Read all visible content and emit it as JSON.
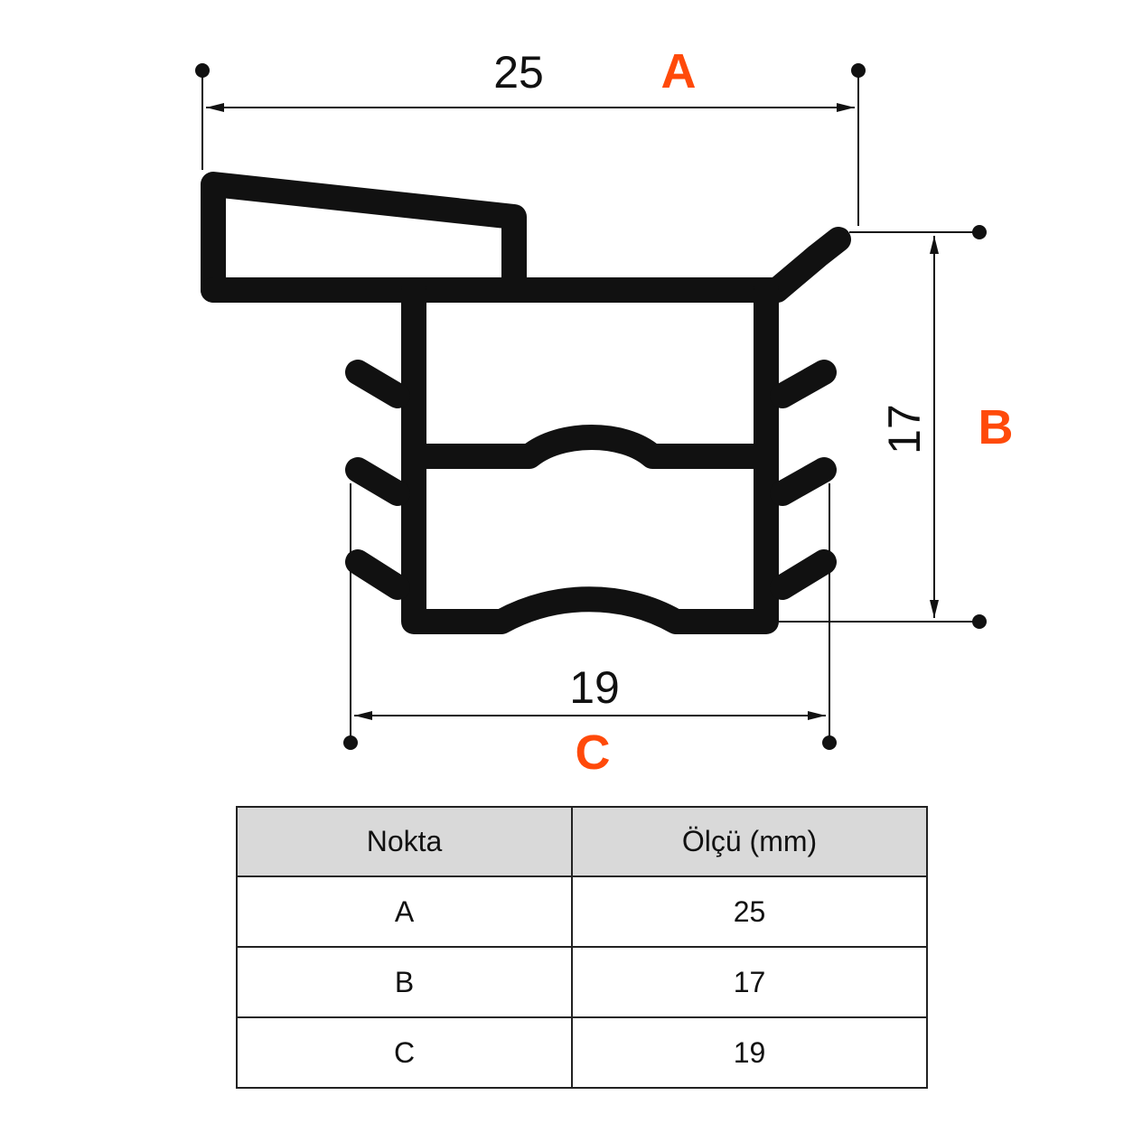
{
  "dimensions": {
    "width": {
      "value": "25",
      "label": "A"
    },
    "height": {
      "value": "17",
      "label": "B"
    },
    "base": {
      "value": "19",
      "label": "C"
    }
  },
  "colors": {
    "profile": "#111111",
    "accent": "#ff4a0a"
  },
  "table": {
    "headers": [
      "Nokta",
      "Ölçü (mm)"
    ],
    "rows": [
      [
        "A",
        "25"
      ],
      [
        "B",
        "17"
      ],
      [
        "C",
        "19"
      ]
    ]
  }
}
